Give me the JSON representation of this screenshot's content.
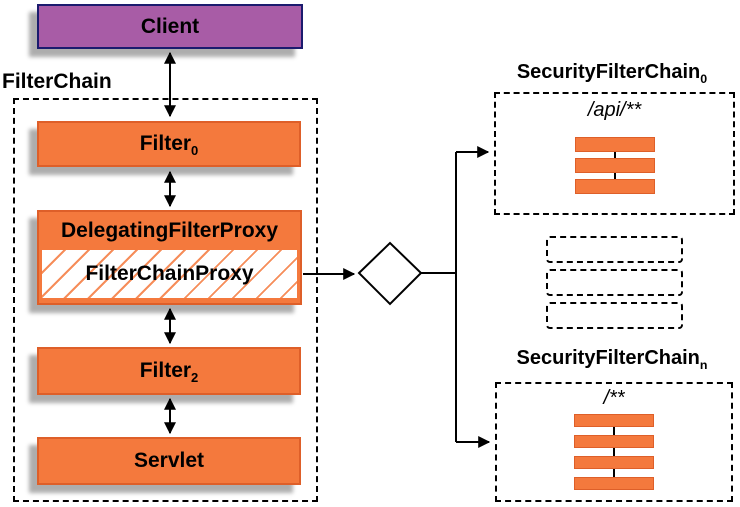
{
  "diagram": {
    "client": {
      "label": "Client"
    },
    "filter_chain": {
      "label": "FilterChain",
      "filter0_base": "Filter",
      "filter0_sub": "0",
      "delegating_label": "DelegatingFilterProxy",
      "proxy_label": "FilterChainProxy",
      "filter2_base": "Filter",
      "filter2_sub": "2",
      "servlet_label": "Servlet"
    },
    "decision_label": "?",
    "chain0": {
      "title_base": "SecurityFilterChain",
      "title_sub": "0",
      "pattern": "/api/**",
      "bar_count": 3
    },
    "chain_n": {
      "title_base": "SecurityFilterChain",
      "title_sub": "n",
      "pattern": "/**",
      "bar_count": 4
    },
    "ellipsis_count": 3,
    "colors": {
      "orange": "#F4793D",
      "orange_border": "#DE5F29",
      "purple": "#A85CA6",
      "purple_border": "#1B1B6E",
      "line": "#000000"
    }
  }
}
